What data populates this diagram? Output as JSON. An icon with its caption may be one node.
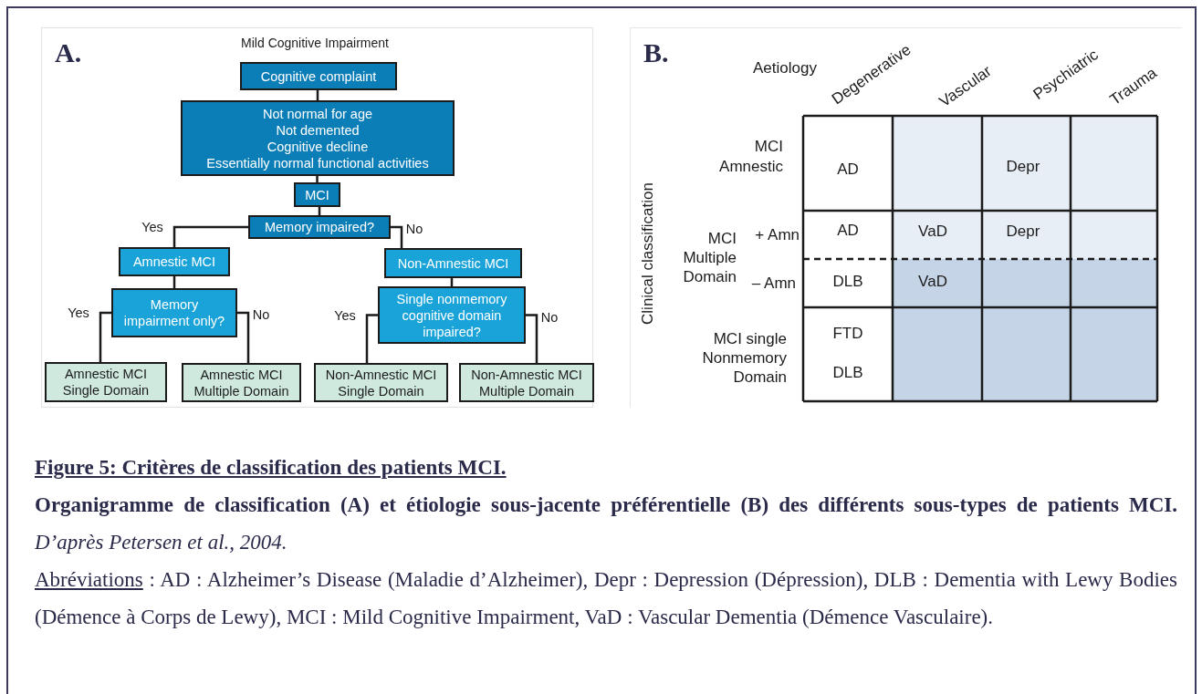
{
  "diagram": {
    "title": "Figure 5: Critères de classification des patients MCI.",
    "caption": "**Organigramme de classification (A) et étiologie sous-jacente préférentielle (B) des différents sous-types de patients MCI.** *D’après Petersen et al., 2004.*",
    "nodes": [
      {
        "text": [
          "Cognitive complaint"
        ]
      },
      {
        "text": [
          "Not normal for age",
          "Not demented",
          "Cognitive decline",
          "Essentially normal functional activities"
        ]
      },
      {
        "text": [
          "MCI"
        ]
      },
      {
        "text": [
          "Memory impaired?"
        ]
      },
      {
        "text": [
          "Amnestic MCI"
        ]
      },
      {
        "text": [
          "Non-Amnestic MCI"
        ]
      },
      {
        "text": [
          "Memory impairment only?"
        ]
      },
      {
        "text": [
          "Single nonmemory cognitive domain impaired?"
        ]
      },
      {
        "text": [
          "Amnestic MCI Single Domain"
        ]
      },
      {
        "text": [
          "Amnestic MCI Multiple Domain"
        ]
      },
      {
        "text": [
          "Non-Amnestic MCI Single Domain"
        ]
      },
      {
        "text": [
          "Non-Amnestic MCI Multiple Domain"
        ]
      }
    ],
    "edges": [
      {
        "from": 0,
        "to": 1,
        "arrow": "none"
      },
      {
        "from": 1,
        "to": 2,
        "arrow": "none"
      },
      {
        "from": 2,
        "to": 3,
        "arrow": "none"
      },
      {
        "from": 3,
        "to": 4,
        "arrow": "none",
        "label": "Yes"
      },
      {
        "from": 3,
        "to": 5,
        "arrow": "none",
        "label": "No"
      },
      {
        "from": 4,
        "to": 6,
        "arrow": "none"
      },
      {
        "from": 5,
        "to": 7,
        "arrow": "none"
      },
      {
        "from": 6,
        "to": 8,
        "arrow": "none",
        "label": "Yes"
      },
      {
        "from": 6,
        "to": 9,
        "arrow": "none",
        "label": "No"
      },
      {
        "from": 7,
        "to": 10,
        "arrow": "none",
        "label": "Yes"
      },
      {
        "from": 7,
        "to": 11,
        "arrow": "none",
        "label": "No"
      }
    ],
    "labels": [
      "A.",
      "Mild Cognitive Impairment",
      "B.",
      "Aetiology",
      "Degenerative",
      "Vascular",
      "Psychiatric",
      "Trauma",
      "Clinical classification",
      "MCI Amnestic",
      "AD",
      "Depr",
      "MCI Multiple Domain",
      "+ Amn",
      "AD",
      "VaD",
      "Depr",
      "– Amn",
      "DLB",
      "VaD",
      "MCI single Nonmemory Domain",
      "FTD",
      "DLB",
      "Abréviations",
      ": AD : Alzheimer’s Disease (Maladie d’Alzheimer), Depr : Depression (Dépression), DLB : Dementia with Lewy Bodies (Démence à Corps de Lewy), MCI : Mild Cognitive Impairment, VaD : Vascular Dementia (Démence Vasculaire)."
    ]
  }
}
